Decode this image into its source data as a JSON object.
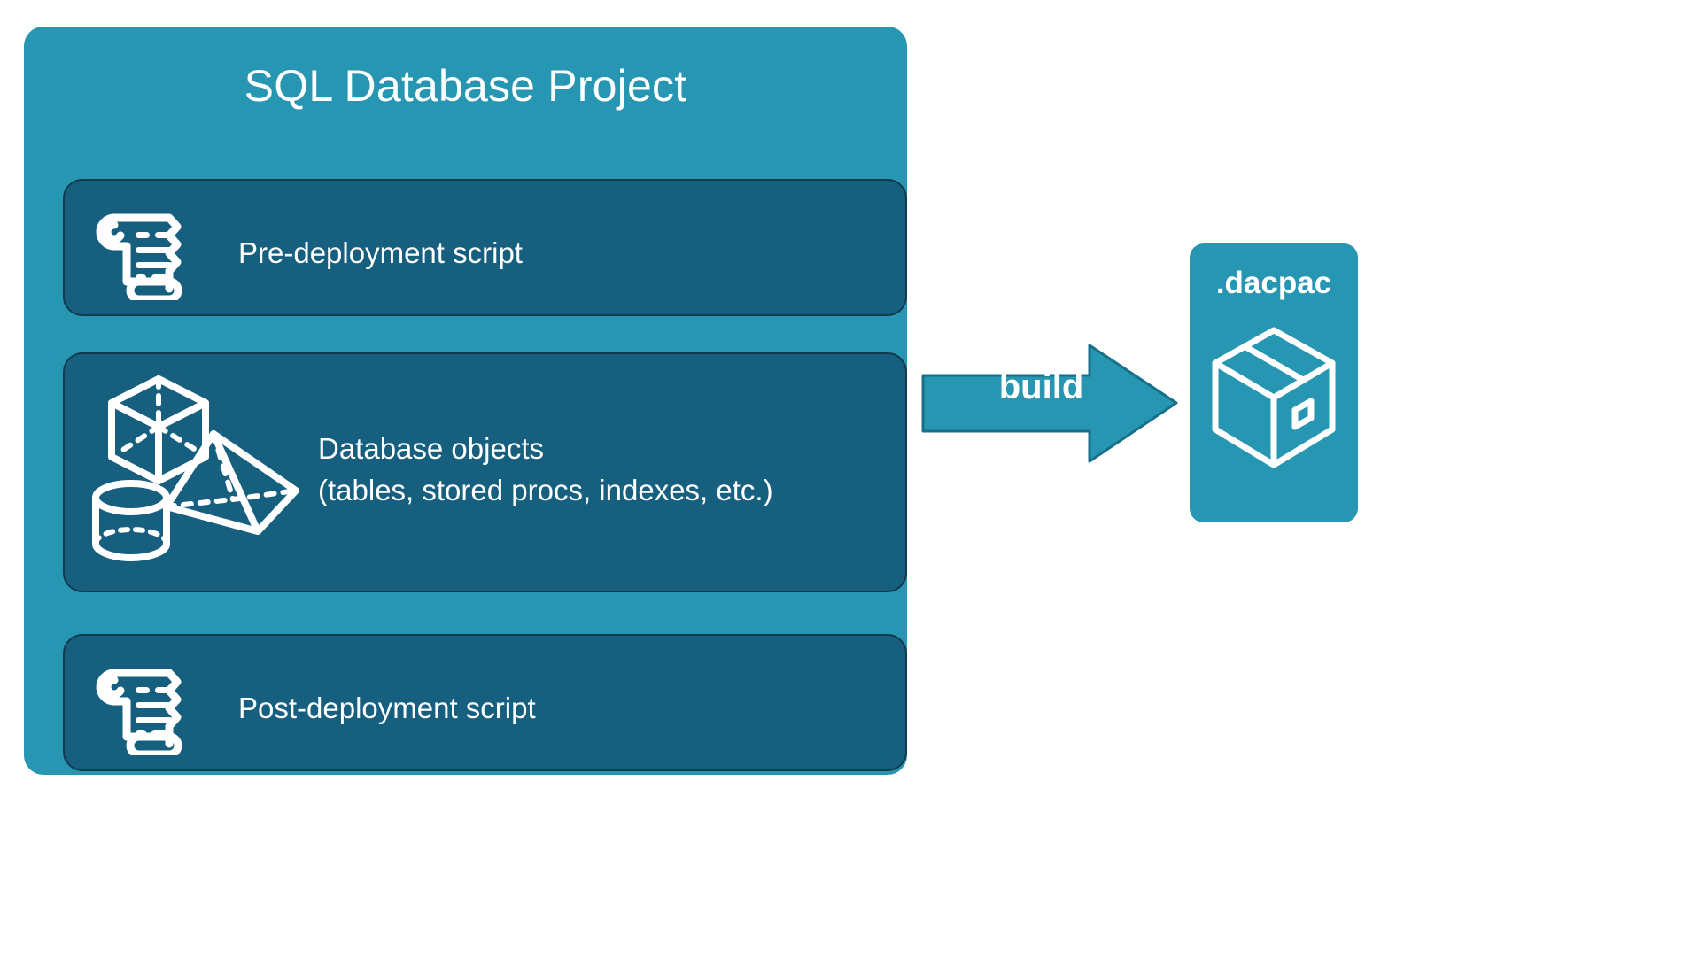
{
  "diagram": {
    "title": "SQL Database Project",
    "background_color": "#FFFFFF",
    "container_color": "#2796B3",
    "card_color": "#175F7F",
    "card_border_color": "#123A4D",
    "text_color": "#FFFFFF"
  },
  "project": {
    "title": "SQL Database Project",
    "cards": [
      {
        "id": "pre-deployment",
        "label": "Pre-deployment script",
        "icon": "scroll-icon"
      },
      {
        "id": "database-objects",
        "label": "Database objects\n(tables, stored procs, indexes, etc.)",
        "line1": "Database objects",
        "line2": "(tables, stored procs, indexes, etc.)",
        "icon": "shapes-icon"
      },
      {
        "id": "post-deployment",
        "label": "Post-deployment script",
        "icon": "scroll-icon"
      }
    ]
  },
  "arrow": {
    "label": "build",
    "direction": "right",
    "fill_color": "#2796B3",
    "stroke_color": "#17708A"
  },
  "output": {
    "title": ".dacpac",
    "icon": "package-box-icon",
    "fill_color": "#2796B3"
  }
}
